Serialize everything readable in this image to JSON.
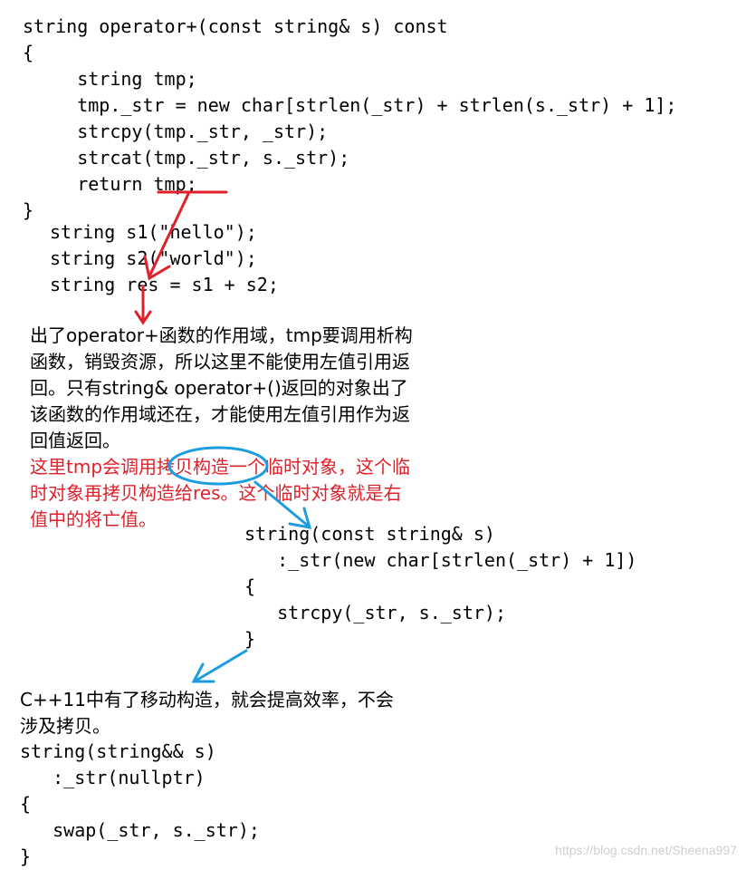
{
  "code_block_1": [
    "string operator+(const string& s) const",
    "{",
    "     string tmp;",
    "     tmp._str = new char[strlen(_str) + strlen(s._str) + 1];",
    "     strcpy(tmp._str, _str);",
    "     strcat(tmp._str, s._str);",
    "     return tmp;",
    "}"
  ],
  "code_block_2": [
    "string s1(\"hello\");",
    "string s2(\"world\");",
    "string res = s1 + s2;"
  ],
  "note_black": [
    "出了operator+函数的作用域，tmp要调用析构",
    "函数，销毁资源，所以这里不能使用左值引用返",
    "回。只有string& operator+()返回的对象出了",
    "该函数的作用域还在，才能使用左值引用作为返",
    "回值返回。"
  ],
  "note_red": [
    "这里tmp会调用拷贝构造一个临时对象，这个临",
    "时对象再拷贝构造给res。这个临时对象就是右",
    "值中的将亡值。"
  ],
  "code_block_3": [
    "string(const string& s)",
    "   :_str(new char[strlen(_str) + 1])",
    "{",
    "   strcpy(_str, s._str);",
    "}"
  ],
  "note_move": [
    "C++11中有了移动构造，就会提高效率，不会",
    "涉及拷贝。"
  ],
  "code_block_4": [
    "string(string&& s)",
    "   :_str(nullptr)",
    "{",
    "   swap(_str, s._str);",
    "}"
  ],
  "watermark": "https://blog.csdn.net/Sheena997",
  "colors": {
    "red_annotation": "#e0202a",
    "blue_annotation": "#1e9ce0"
  }
}
